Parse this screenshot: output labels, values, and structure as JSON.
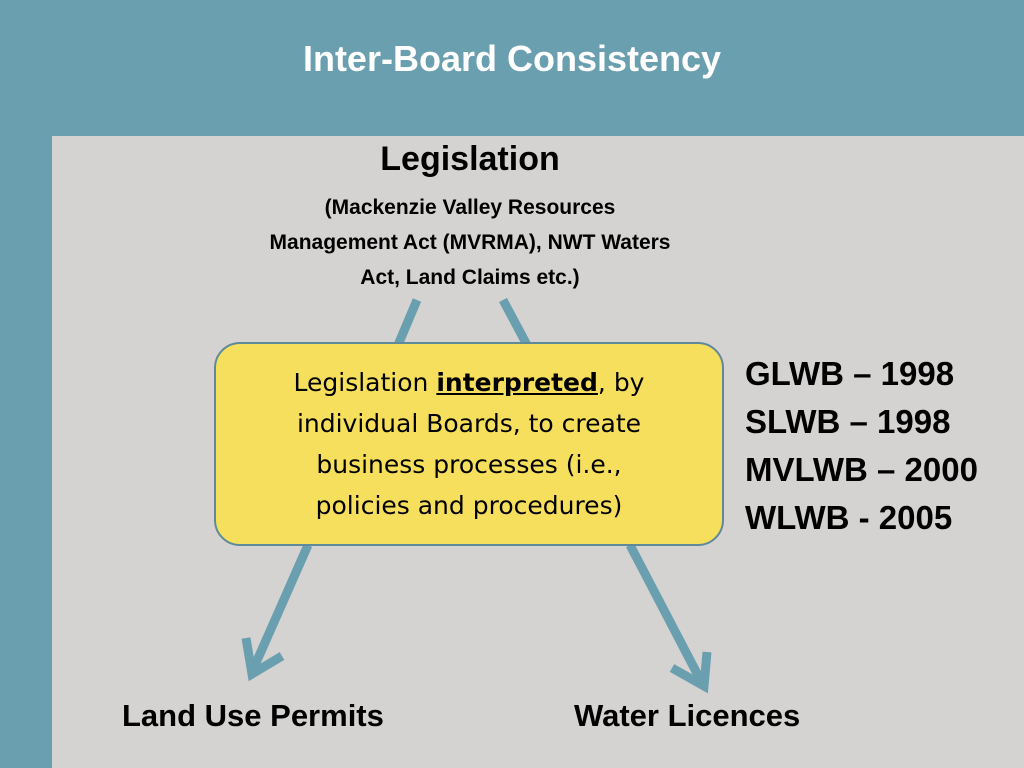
{
  "title": "Inter-Board Consistency",
  "legislation": {
    "heading": "Legislation",
    "sub_lines": [
      "(Mackenzie Valley Resources",
      "Management Act (MVRMA), NWT Waters",
      "Act, Land Claims etc.)"
    ]
  },
  "center_box": {
    "prefix": "Legislation ",
    "emphasis": "interpreted",
    "line1_suffix": ", by",
    "lines": [
      "individual Boards, to create",
      "business processes (i.e.,",
      "policies and procedures)"
    ]
  },
  "boards": [
    "GLWB – 1998",
    "SLWB – 1998",
    "MVLWB – 2000",
    "WLWB - 2005"
  ],
  "outputs": {
    "left": "Land Use Permits",
    "right": "Water Licences"
  },
  "colors": {
    "frame": "#6a9fb0",
    "content_bg": "#d5d3d1",
    "box_fill": "#f6df5d",
    "arrow": "#6a9fb0"
  }
}
